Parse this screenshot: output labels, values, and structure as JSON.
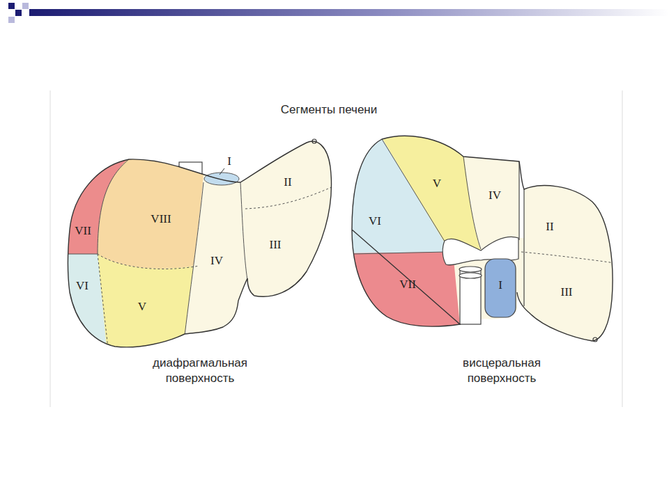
{
  "diagram": {
    "title": "Сегменты печени",
    "labels": [
      "I",
      "II",
      "VIII",
      "VII",
      "IV",
      "III",
      "VI",
      "V",
      "диафрагмальная поверхность",
      "V",
      "IV",
      "VI",
      "II",
      "VII",
      "I",
      "III",
      "висцеральная поверхность"
    ]
  }
}
